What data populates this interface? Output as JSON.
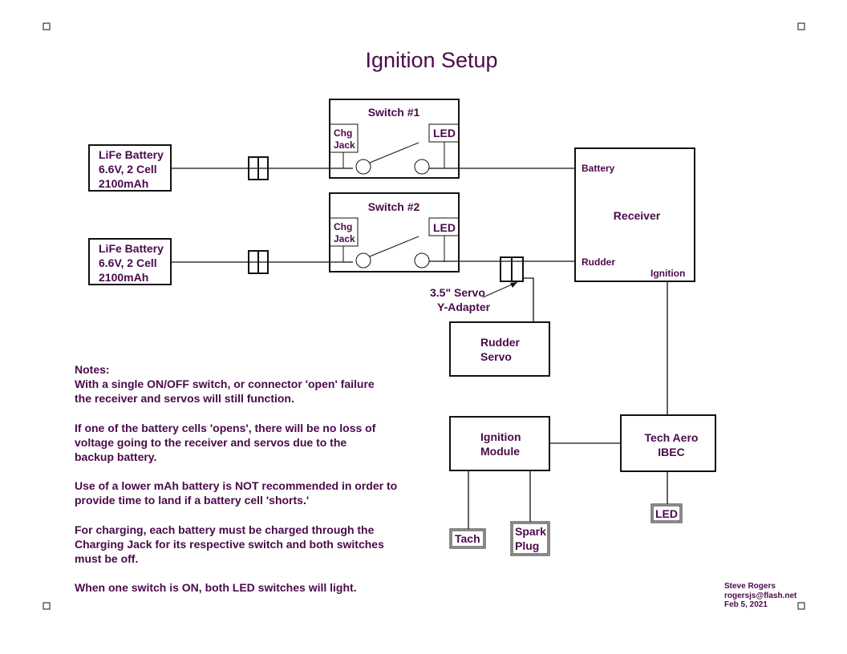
{
  "title": "Ignition Setup",
  "battery1": {
    "line1": "LiFe Battery",
    "line2": "6.6V, 2 Cell",
    "line3": "2100mAh"
  },
  "battery2": {
    "line1": "LiFe Battery",
    "line2": "6.6V, 2 Cell",
    "line3": "2100mAh"
  },
  "switch1": {
    "title": "Switch #1",
    "chg1": "Chg",
    "chg2": "Jack",
    "led": "LED"
  },
  "switch2": {
    "title": "Switch #2",
    "chg1": "Chg",
    "chg2": "Jack",
    "led": "LED"
  },
  "receiver": {
    "title": "Receiver",
    "battery_port": "Battery",
    "rudder_port": "Rudder",
    "ignition_port": "Ignition"
  },
  "y_adapter": {
    "line1": "3.5\" Servo",
    "line2": "Y-Adapter"
  },
  "rudder_servo": {
    "line1": "Rudder",
    "line2": "Servo"
  },
  "ignition_module": {
    "line1": "Ignition",
    "line2": "Module"
  },
  "tech_aero": {
    "line1": "Tech Aero",
    "line2": "IBEC"
  },
  "ibec_led": "LED",
  "tach": "Tach",
  "spark_plug": {
    "line1": "Spark",
    "line2": "Plug"
  },
  "notes": {
    "heading": "Notes:",
    "p1": [
      "With a single ON/OFF switch, or connector 'open' failure",
      "the receiver and servos will still function."
    ],
    "p2": [
      "If one of the battery cells 'opens', there will be no loss of",
      "voltage going to the receiver and servos due to the",
      "backup battery."
    ],
    "p3": [
      "Use of a lower mAh battery is NOT recommended in order to",
      "provide time to land if a battery cell 'shorts.'"
    ],
    "p4": [
      "For charging, each battery must be charged through the",
      "Charging Jack for its respective switch and both switches",
      "must be off."
    ],
    "p5": [
      "When one switch is ON, both LED switches will light."
    ]
  },
  "signature": {
    "name": "Steve Rogers",
    "email": "rogersjs@flash.net",
    "date": "Feb 5, 2021"
  },
  "colors": {
    "text": "#4a0a4a",
    "lines": "#111111"
  }
}
